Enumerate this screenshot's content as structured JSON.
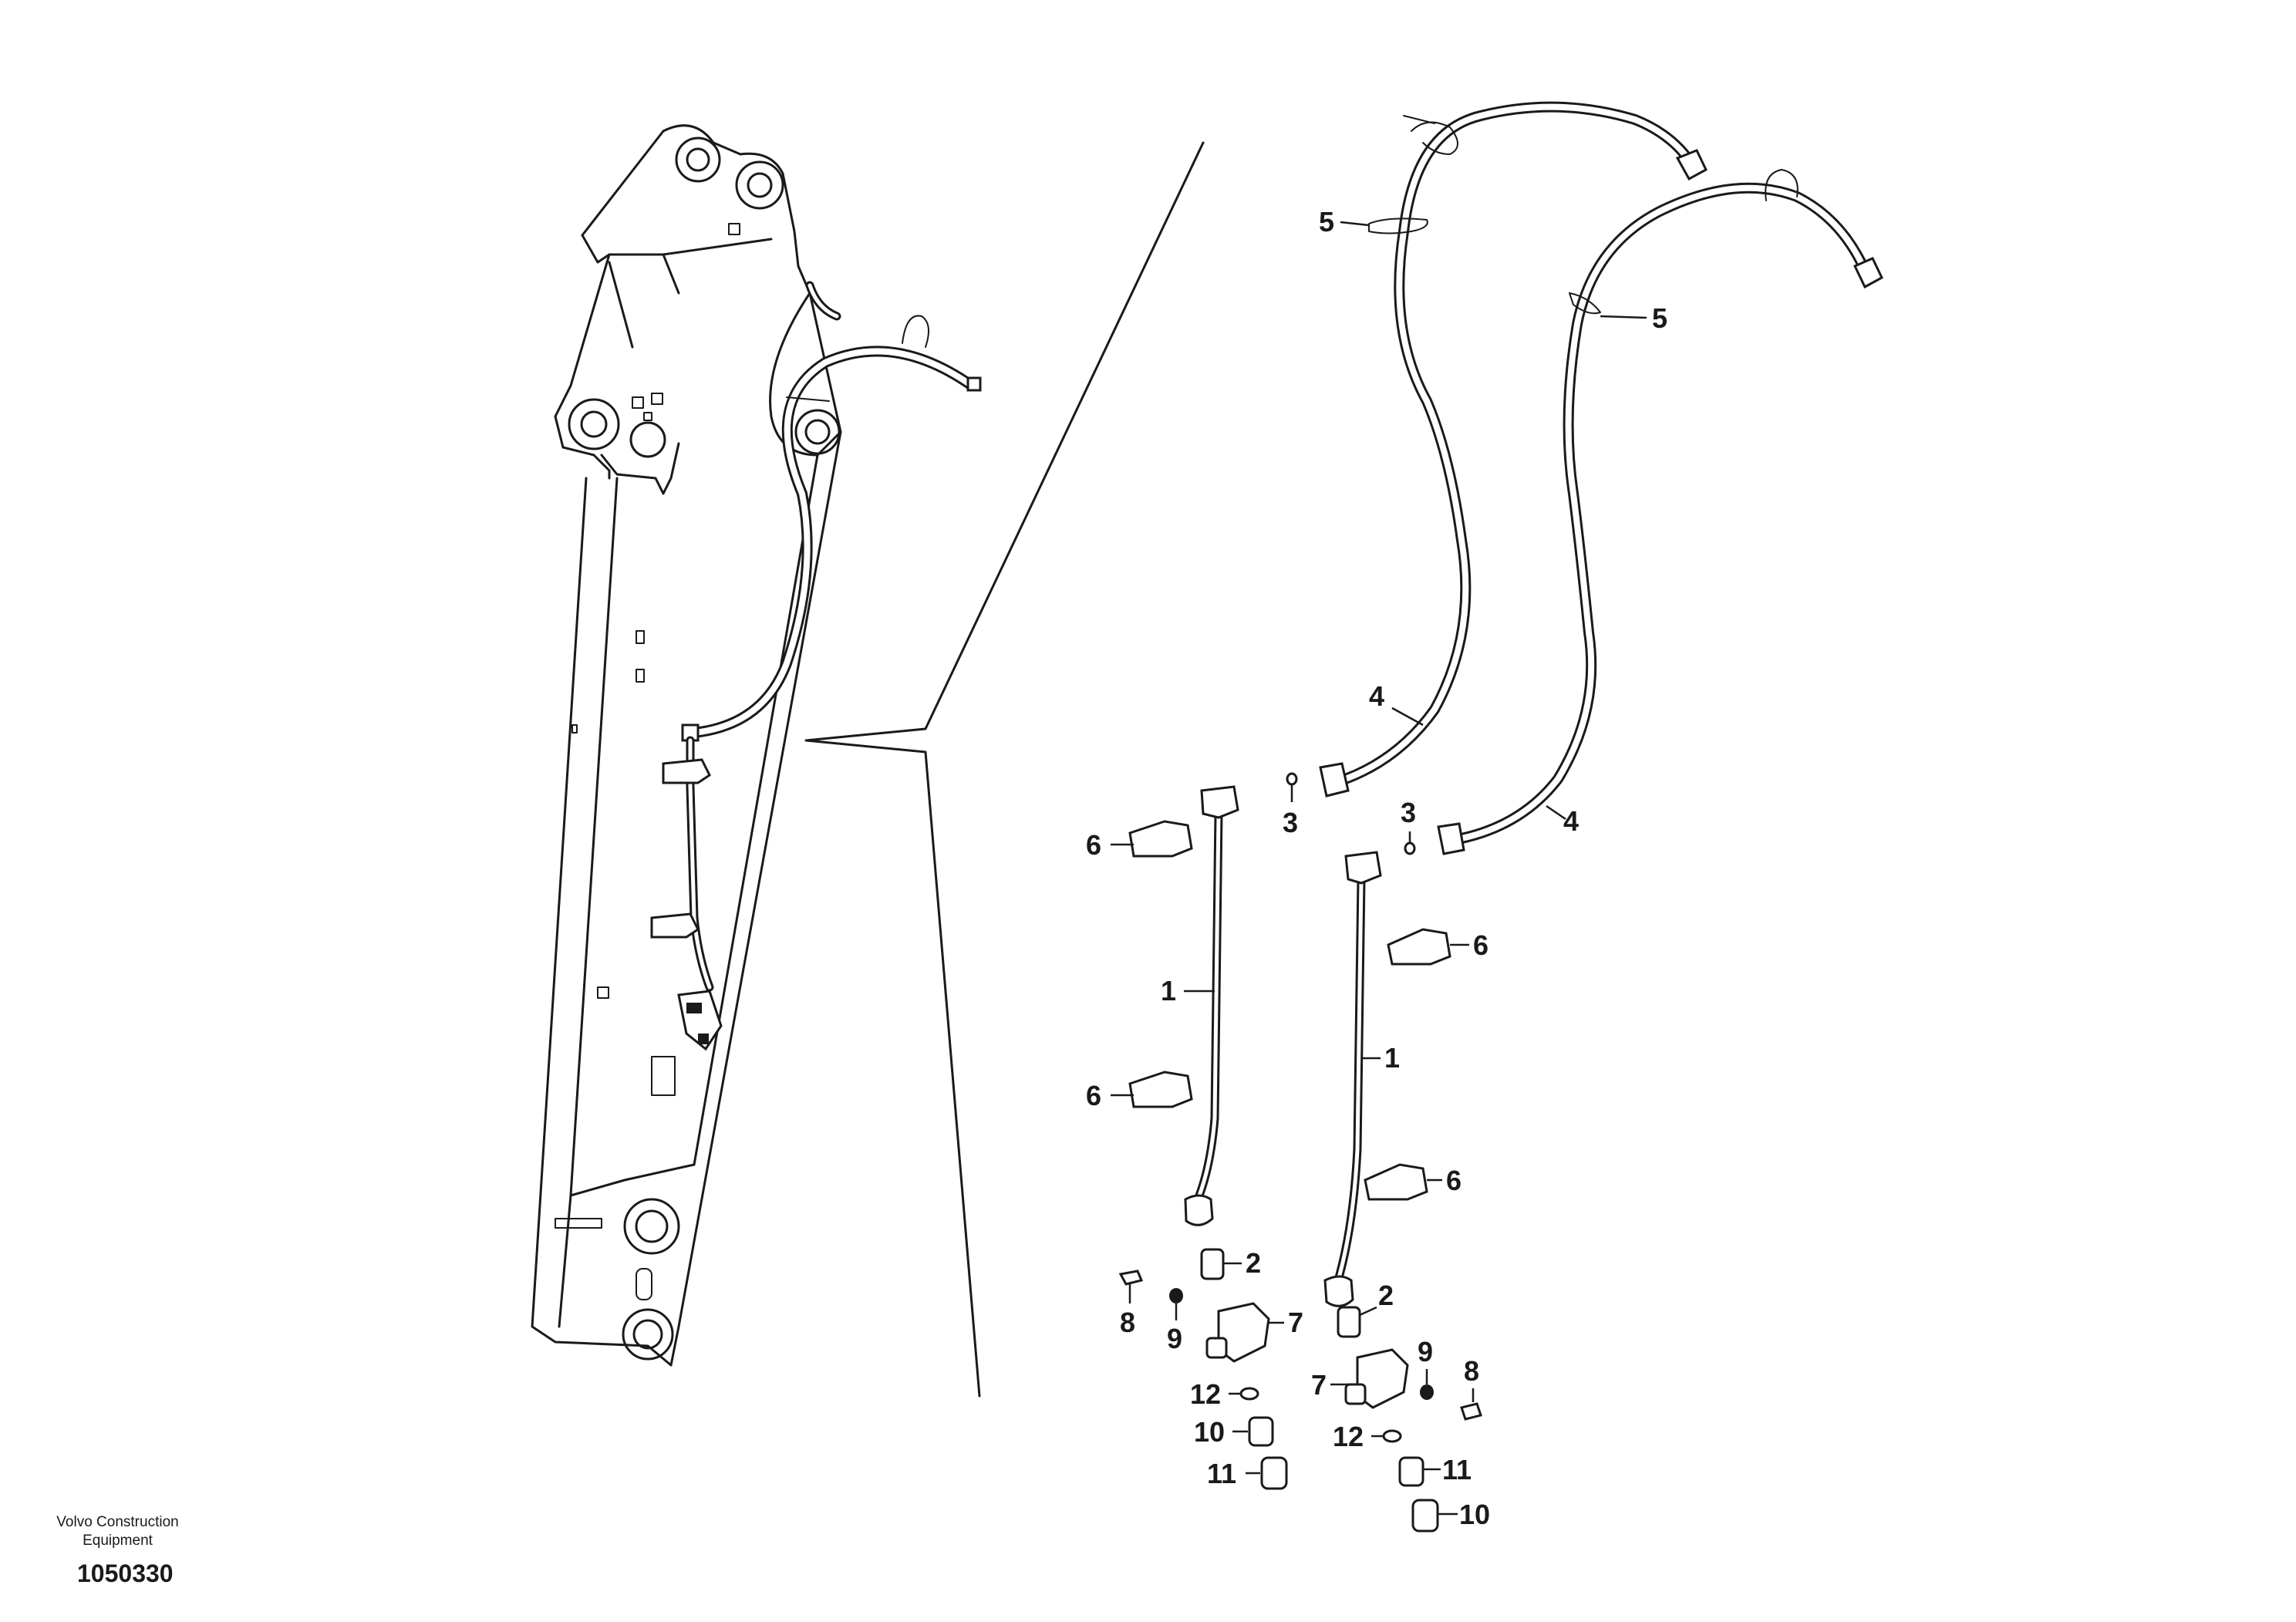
{
  "caption": {
    "company": "Volvo Construction Equipment",
    "drawing_number": "1050330"
  },
  "callouts": {
    "c1a": "1",
    "c1b": "1",
    "c2a": "2",
    "c2b": "2",
    "c3a": "3",
    "c3b": "3",
    "c4a": "4",
    "c4b": "4",
    "c5a": "5",
    "c5b": "5",
    "c6a": "6",
    "c6b": "6",
    "c6c": "6",
    "c6d": "6",
    "c7a": "7",
    "c7b": "7",
    "c8a": "8",
    "c8b": "8",
    "c9a": "9",
    "c9b": "9",
    "c10a": "10",
    "c10b": "10",
    "c11a": "11",
    "c11b": "11",
    "c12a": "12",
    "c12b": "12"
  }
}
